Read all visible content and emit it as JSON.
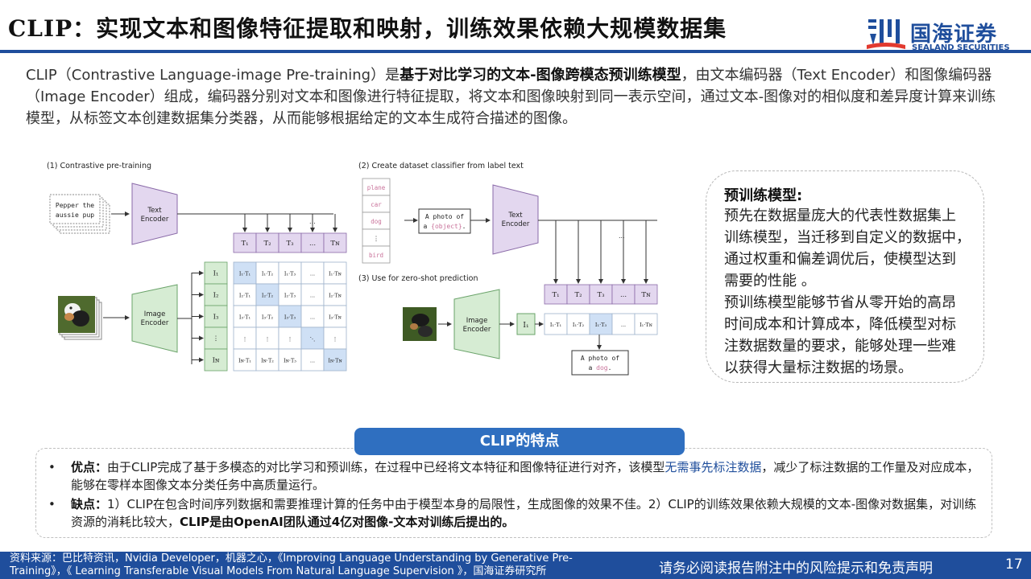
{
  "header": {
    "title": "CLIP：实现文本和图像特征提取和映射，训练效果依赖大规模数据集",
    "logo_cn": "国海证券",
    "logo_en": "SEALAND SECURITIES",
    "accent_color": "#1f4e9c"
  },
  "intro": {
    "prefix": "CLIP（Contrastive Language-image Pre-training）是",
    "bold": "基于对比学习的文本-图像跨模态预训练模型",
    "suffix": "，由文本编码器（Text Encoder）和图像编码器（Image Encoder）组成，编码器分别对文本和图像进行特征提取，将文本和图像映射到同一表示空间，通过文本-图像对的相似度和差异度计算来训练模型，从标签文本创建数据集分类器，从而能够根据给定的文本生成符合描述的图像。"
  },
  "figure": {
    "panel1_title": "(1) Contrastive pre-training",
    "panel2_title": "(2) Create dataset classifier from label text",
    "panel3_title": "(3) Use for zero-shot prediction",
    "text_input_line1": "Pepper the",
    "text_input_line2": "aussie pup",
    "text_encoder_line1": "Text",
    "text_encoder_line2": "Encoder",
    "image_encoder_line1": "Image",
    "image_encoder_line2": "Encoder",
    "t_labels": [
      "T₁",
      "T₂",
      "T₃",
      "...",
      "Tɴ"
    ],
    "i_labels": [
      "I₁",
      "I₂",
      "I₃",
      "⋮",
      "Iɴ"
    ],
    "matrix": [
      [
        "I₁·T₁",
        "I₁·T₂",
        "I₁·T₃",
        "...",
        "I₁·Tɴ"
      ],
      [
        "I₂·T₁",
        "I₂·T₂",
        "I₂·T₃",
        "...",
        "I₂·Tɴ"
      ],
      [
        "I₃·T₁",
        "I₃·T₂",
        "I₃·T₃",
        "...",
        "I₃·Tɴ"
      ],
      [
        "⋮",
        "⋮",
        "⋮",
        "⋱",
        "⋮"
      ],
      [
        "Iɴ·T₁",
        "Iɴ·T₂",
        "Iɴ·T₃",
        "...",
        "Iɴ·Tɴ"
      ]
    ],
    "labels": [
      "plane",
      "car",
      "dog",
      "⋮",
      "bird"
    ],
    "template_line1": "A photo of",
    "template_a": "a ",
    "template_obj": "{object}",
    "template_end": ".",
    "zs_row": [
      "I₁·T₁",
      "I₁·T₂",
      "I₁·T₃",
      "...",
      "I₁·Tɴ"
    ],
    "zs_i": "I₁",
    "result_line1": "A photo of",
    "result_a": "a ",
    "result_obj": "dog",
    "result_end": ".",
    "ellipsis": "...",
    "colors": {
      "text_encoder": "#e3d7ef",
      "image_encoder": "#d6ecd3",
      "diag_cell": "#cfe0f5",
      "label_text": "#c9729a"
    }
  },
  "callout": {
    "title": "预训练模型:",
    "lines": [
      "预先在数据量庞大的代表性数据集上",
      "训练模型，当迁移到自定义的数据中，",
      "通过权重和偏差调优后，使模型达到",
      "需要的性能 。",
      "预训练模型能够节省从零开始的高昂",
      "时间成本和计算成本，降低模型对标",
      "注数据数量的要求，能够处理一些难",
      "以获得大量标注数据的场景。"
    ]
  },
  "features": {
    "heading": "CLIP的特点",
    "pros_label": "优点：",
    "pros_text_a": "由于CLIP完成了基于多模态的对比学习和预训练，在过程中已经将文本特征和图像特征进行对齐，该模型",
    "pros_highlight": "无需事先标注数据",
    "pros_text_b": "，减少了标注数据的工作量及对应成本，能够在零样本图像文本分类任务中高质量运行。",
    "cons_label": "缺点：",
    "cons_text": "1）CLIP在包含时间序列数据和需要推理计算的任务中由于模型本身的局限性，生成图像的效果不佳。2）CLIP的训练效果依赖大规模的文本-图像对数据集，对训练资源的消耗比较大，",
    "cons_bold": "CLIP是由OpenAI团队通过4亿对图像-文本对训练后提出的。",
    "bullet": "•"
  },
  "footer": {
    "source": "资料来源：巴比特资讯，Nvidia Developer，机器之心，《Improving Language Understanding by Generative Pre-Training》，《 Learning Transferable Visual Models From Natural Language Supervision 》，国海证券研究所",
    "disclaimer": "请务必阅读报告附注中的风险提示和免责声明",
    "page": "17"
  }
}
